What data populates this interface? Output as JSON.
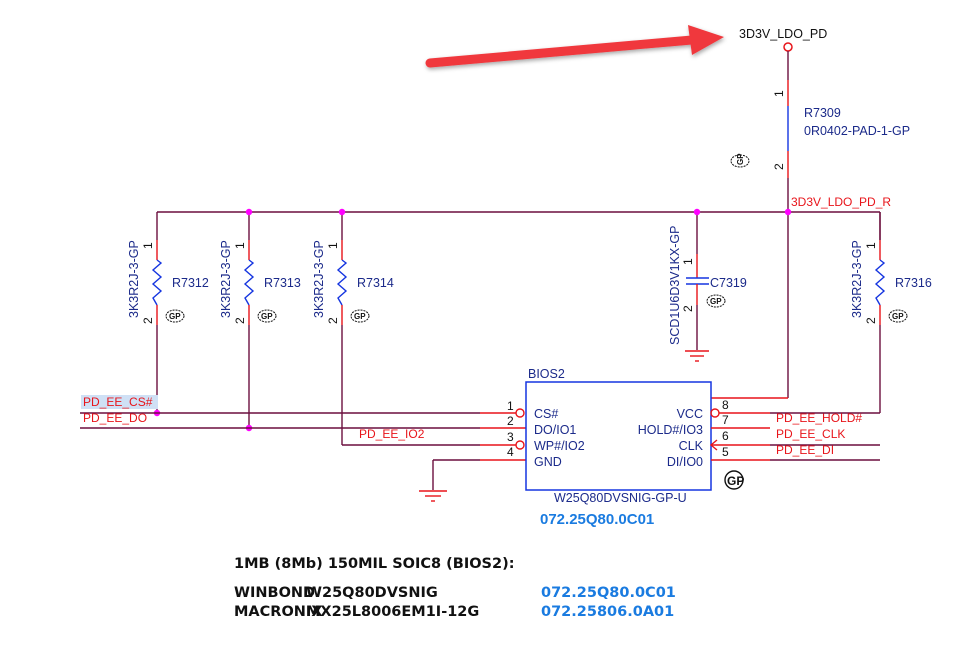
{
  "colors": {
    "wire": "#6b0f3e",
    "pin_stub": "#e8141a",
    "junction": "#ff00ff",
    "component": "#1535e0",
    "net_label": "#e8141a",
    "part_text": "#1b2a8a",
    "part_number_blue": "#1a7be0",
    "arrow": "#f0393e"
  },
  "annotation_arrow": {
    "points_to": "3D3V_LDO_PD",
    "color": "#f0393e"
  },
  "power_nets": {
    "top": "3D3V_LDO_PD",
    "rail": "3D3V_LDO_PD_R"
  },
  "resistor_r7309": {
    "ref": "R7309",
    "value": "0R0402-PAD-1-GP",
    "pin1": "1",
    "pin2": "2",
    "badge": "GP"
  },
  "pullups": [
    {
      "ref": "R7312",
      "value": "3K3R2J-3-GP",
      "pin1": "1",
      "pin2": "2",
      "badge": "GP"
    },
    {
      "ref": "R7313",
      "value": "3K3R2J-3-GP",
      "pin1": "1",
      "pin2": "2",
      "badge": "GP"
    },
    {
      "ref": "R7314",
      "value": "3K3R2J-3-GP",
      "pin1": "1",
      "pin2": "2",
      "badge": "GP"
    },
    {
      "ref": "R7316",
      "value": "3K3R2J-3-GP",
      "pin1": "1",
      "pin2": "2",
      "badge": "GP"
    }
  ],
  "capacitor": {
    "ref": "C7319",
    "value": "SCD1U6D3V1KX-GP",
    "pin1": "1",
    "pin2": "2",
    "badge": "GP"
  },
  "ic": {
    "ref": "BIOS2",
    "part": "W25Q80DVSNIG-GP-U",
    "part_number": "072.25Q80.0C01",
    "badge": "GP",
    "left_pins": [
      {
        "num": "1",
        "name": "CS#",
        "net": "PD_EE_CS#"
      },
      {
        "num": "2",
        "name": "DO/IO1",
        "net": "PD_EE_DO"
      },
      {
        "num": "3",
        "name": "WP#/IO2",
        "net": "PD_EE_IO2"
      },
      {
        "num": "4",
        "name": "GND",
        "net": ""
      }
    ],
    "right_pins": [
      {
        "num": "8",
        "name": "VCC",
        "net": ""
      },
      {
        "num": "7",
        "name": "HOLD#/IO3",
        "net": "PD_EE_HOLD#"
      },
      {
        "num": "6",
        "name": "CLK",
        "net": "PD_EE_CLK"
      },
      {
        "num": "5",
        "name": "DI/IO0",
        "net": "PD_EE_DI"
      }
    ]
  },
  "bom": {
    "title": "1MB (8Mb) 150MIL SOIC8 (BIOS2):",
    "rows": [
      {
        "vendor": "WINBOND",
        "part": "W25Q80DVSNIG",
        "pn": "072.25Q80.0C01"
      },
      {
        "vendor": "MACRONIX",
        "part": "MX25L8006EM1I-12G",
        "pn": "072.25806.0A01"
      }
    ]
  }
}
